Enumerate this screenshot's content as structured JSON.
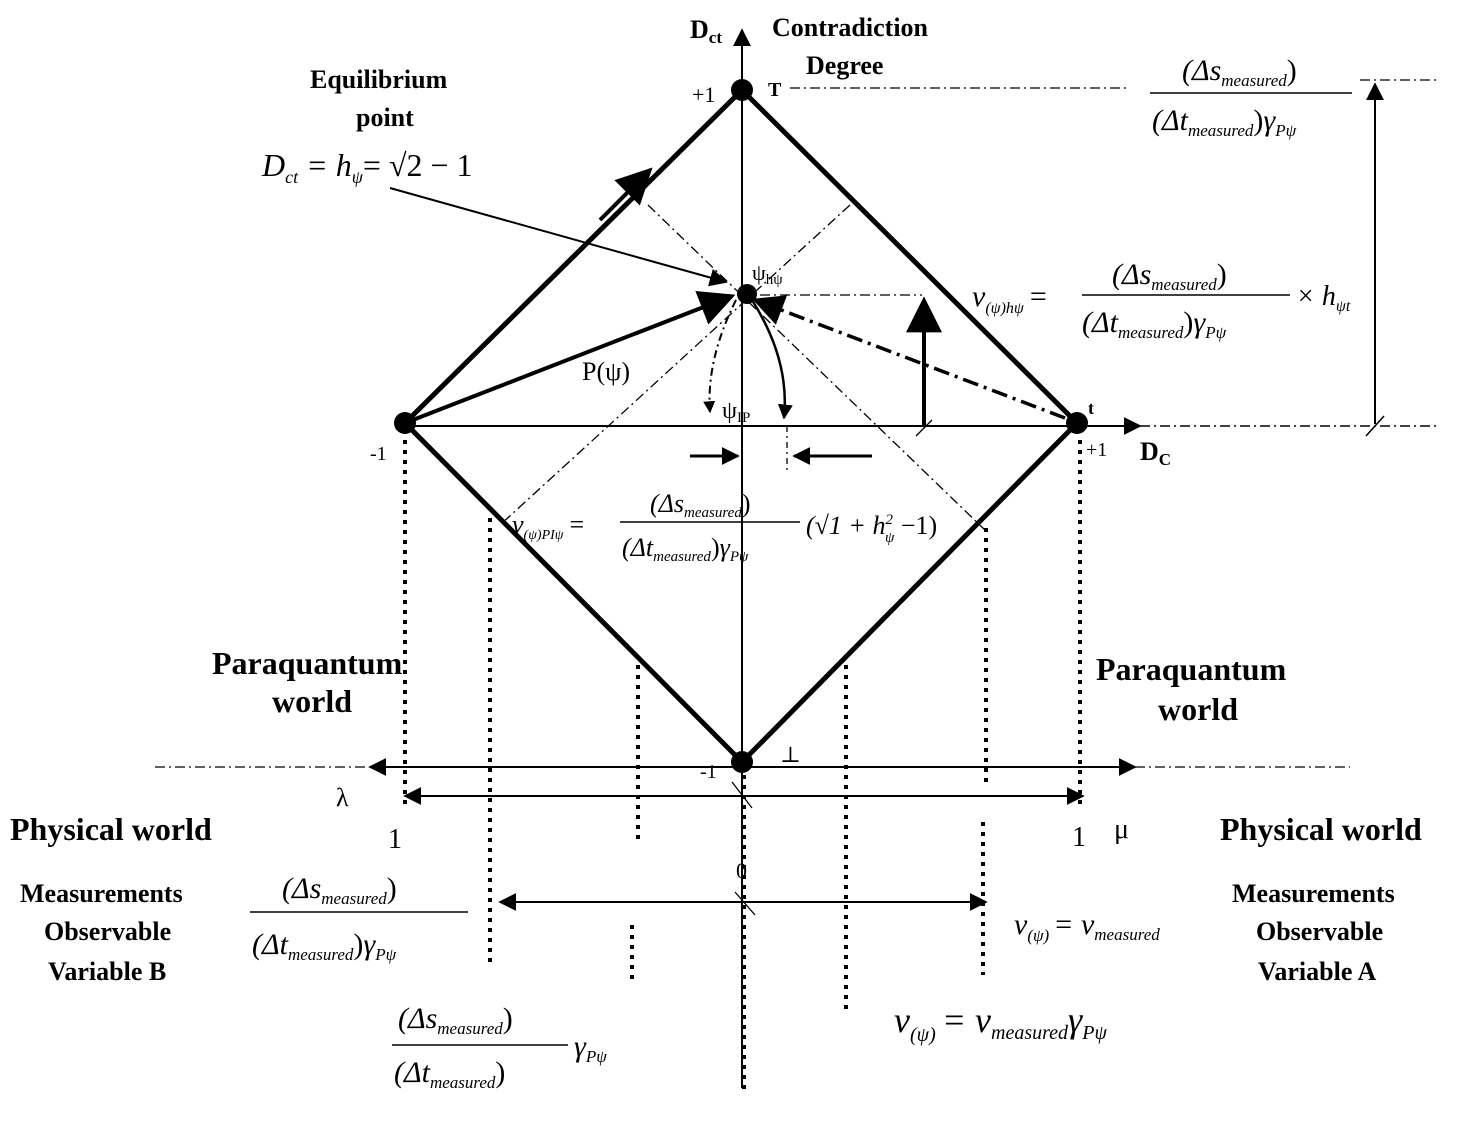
{
  "axes": {
    "vertical_symbol": "D",
    "vertical_sub": "ct",
    "vertical_title_1": "Contradiction",
    "vertical_title_2": "Degree",
    "horizontal_symbol": "D",
    "horizontal_sub": "C"
  },
  "vertices": {
    "top": "T",
    "top_value": "+1",
    "left_value": "-1",
    "right": "t",
    "right_value": "+1",
    "bottom": "⊥",
    "bottom_value": "-1"
  },
  "equilibrium": {
    "title_1": "Equilibrium",
    "title_2": "point",
    "formula_lhs": "D",
    "formula_lhs_sub": "ct",
    "formula_mid": " = h",
    "formula_mid_sub": "ψ",
    "formula_rhs": "= √2 − 1",
    "point_label": "ψ",
    "point_sub": "hψ"
  },
  "labels": {
    "p_psi": "P(ψ)",
    "psi_ip": "ψ",
    "psi_ip_sub": "IP",
    "paraquantum_left_1": "Paraquantum",
    "paraquantum_left_2": "world",
    "paraquantum_right_1": "Paraquantum",
    "paraquantum_right_2": "world",
    "physical_left": "Physical world",
    "physical_right": "Physical world",
    "lambda": "λ",
    "mu": "μ",
    "lambda_one": "1",
    "mu_one": "1",
    "zero": "0",
    "meas_left_1": "Measurements",
    "meas_left_2": "Observable",
    "meas_left_3": "Variable B",
    "meas_right_1": "Measurements",
    "meas_right_2": "Observable",
    "meas_right_3": "Variable A"
  },
  "formulas": {
    "ds": "(Δs",
    "ds_sub": "measured",
    "close": ")",
    "dt": "(Δt",
    "dt_sub": "measured",
    "gamma": "γ",
    "gamma_sub": "Pψ",
    "v_hpsi": "v",
    "v_hpsi_sub": "(ψ)hψ",
    "equals": "=",
    "times_h": "× h",
    "times_h_sub": "ψt",
    "v_pi": "v",
    "v_pi_sub": "(ψ)PIψ",
    "sqrt_part": "(√1 + h",
    "sqrt_sub": "ψ",
    "sqrt_sup": "2",
    "sqrt_end": " −1)",
    "v_psi": "v",
    "v_psi_sub": "(ψ)",
    "v_meas": "= v",
    "v_meas_sub": "measured"
  }
}
